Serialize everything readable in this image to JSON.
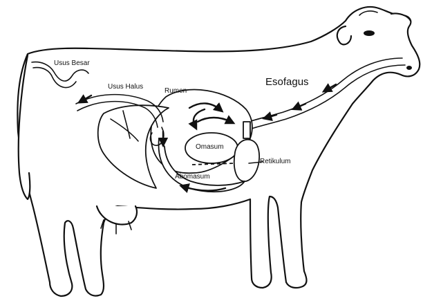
{
  "labels": {
    "usus_besar": "Usus Besar",
    "usus_halus": "Usus Halus",
    "rumen": "Rumen",
    "esofagus": "Esofagus",
    "omasum": "Omasum",
    "retikulum": "Retikulum",
    "abomasum": "Abomasum"
  }
}
